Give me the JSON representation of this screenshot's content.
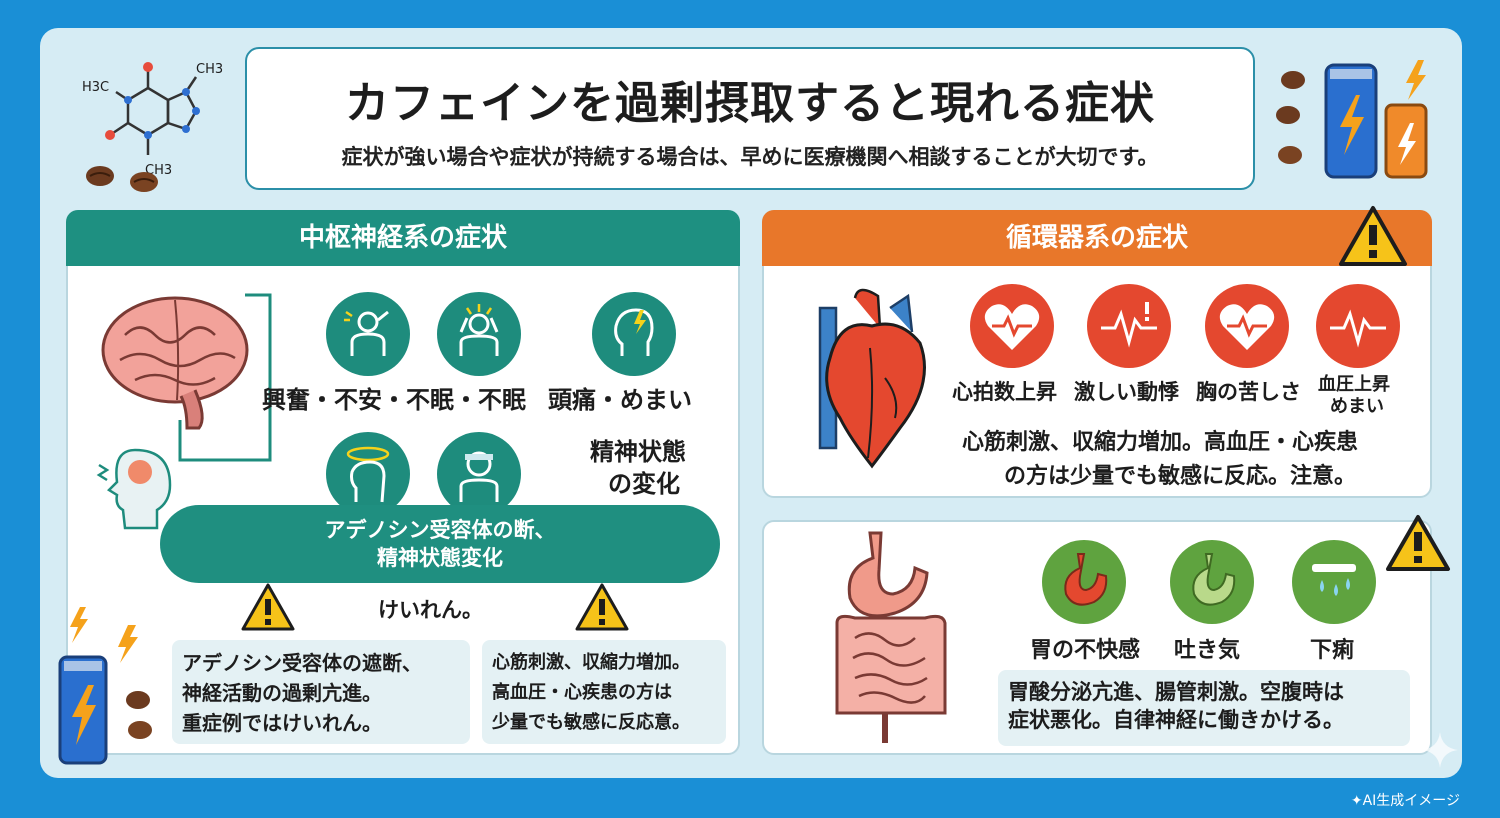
{
  "header": {
    "title": "カフェインを過剰摂取すると現れる症状",
    "subtitle": "症状が強い場合や症状が持続する場合は、早めに医療機関へ相談することが大切です。"
  },
  "molecule": {
    "label_top_left": "H3C",
    "label_top_right": "CH3",
    "label_bottom": "CH3"
  },
  "cns": {
    "heading": "中枢神経系の症状",
    "label_anxiety": "興奮・不安・不眠・不眠",
    "label_headache": "頭痛・めまい",
    "label_mental_1": "精神状態",
    "label_mental_2": "の変化",
    "banner_line1": "アデノシン受容体の断、",
    "banner_line2": "精神状態変化",
    "convulsion": "けいれん。",
    "note_left_1": "アデノシン受容体の遮断、",
    "note_left_2": "神経活動の過剰亢進。",
    "note_left_3": "重症例ではけいれん。",
    "note_right_1": "心筋刺激、収縮力増加。",
    "note_right_2": "高血圧・心疾患の方は",
    "note_right_3": "少量でも敏感に反応意。"
  },
  "cardio": {
    "heading": "循環器系の症状",
    "label_1": "心拍数上昇",
    "label_2": "激しい動悸",
    "label_3": "胸の苦しさ",
    "label_4a": "血圧上昇",
    "label_4b": "めまい",
    "note_1": "心筋刺激、収縮力増加。高血圧・心疾患",
    "note_2": "の方は少量でも敏感に反応。注意。"
  },
  "gi": {
    "label_1": "胃の不快感",
    "label_2": "吐き気",
    "label_3": "下痢",
    "note_1": "胃酸分泌亢進、腸管刺激。空腹時は",
    "note_2": "症状悪化。自律神経に働きかける。"
  },
  "footer": {
    "text": "✦AI生成イメージ"
  },
  "colors": {
    "teal": "#1e9081",
    "orange": "#e8772a",
    "red": "#e4482f",
    "green": "#5fa33f",
    "background": "#1a8fd6"
  }
}
